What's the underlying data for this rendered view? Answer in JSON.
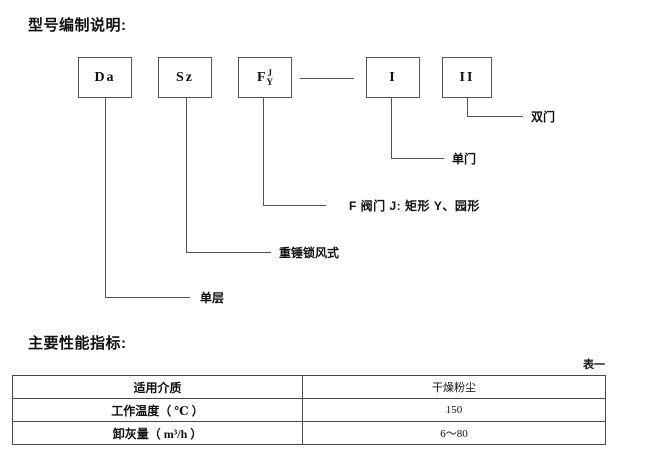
{
  "document": {
    "model_section_heading": "型号编制说明:",
    "performance_section_heading": "主要性能指标:",
    "table_caption": "表一"
  },
  "diagram": {
    "boxes": [
      {
        "name": "box-da",
        "label": "Da"
      },
      {
        "name": "box-sz",
        "label": "Sz"
      },
      {
        "name": "box-fjy",
        "primary": "F",
        "upper": "J",
        "lower": "Y"
      },
      {
        "name": "box-roman-1",
        "label": "I"
      },
      {
        "name": "box-roman-2",
        "label": "II"
      }
    ],
    "annotations": [
      {
        "name": "annotation-double-door",
        "text": "双门"
      },
      {
        "name": "annotation-single-door",
        "text": "单门"
      },
      {
        "name": "annotation-valve-shape",
        "text": "F 阀门 J: 矩形  Y、园形"
      },
      {
        "name": "annotation-counterweight",
        "text": "重锤锁风式"
      },
      {
        "name": "annotation-single-layer",
        "text": "单层"
      }
    ]
  },
  "table": {
    "rows": [
      {
        "label": "适用介质",
        "value": "干燥粉尘"
      },
      {
        "label": "工作温度（ ℃ ）",
        "value": "150"
      },
      {
        "label": "卸灰量（ m³/h ）",
        "value": "6～80"
      }
    ]
  }
}
